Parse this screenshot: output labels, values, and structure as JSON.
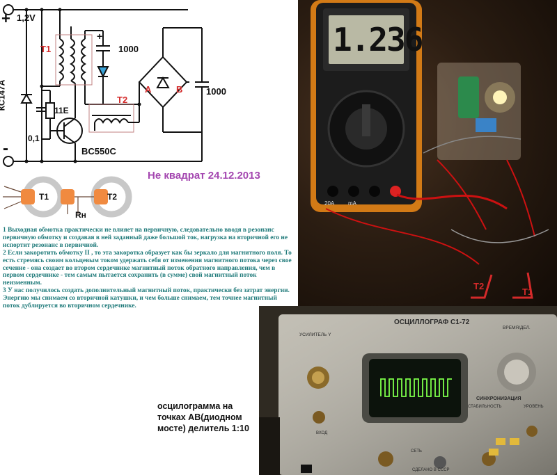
{
  "schematic": {
    "voltage": "1,2V",
    "plus_sign": "+",
    "minus_sign": "-",
    "zener": "КС147А",
    "capacitor_small": "0,1",
    "capacitor_mid": "11E",
    "transistor": "BC550C",
    "t1": "T1",
    "t2": "T2",
    "cap1": "1000",
    "cap2": "1000",
    "node_a": "A",
    "node_b": "B",
    "cap_plus": "+"
  },
  "cores": {
    "t1": "T1",
    "t2": "T2",
    "load": "Rн"
  },
  "title": "Не квадрат  24.12.2013",
  "notes": [
    "1 Выходная обмотка практически не влияет на первичную, следовательно вводя в резонанс первичную обмотку и создавая в ней заданный даже большой ток, нагрузка на вторичной его не испортит резонанс в первичной.",
    "2 Если закоротить обмотку II , то эта закоротка образует как бы зеркало для магнитного поля. То есть стремясь своим кольцевым током удержать себя от изменения магнитного потока через свое сечение - она создает во втором сердечнике магнитный поток обратного направления, чем в первом сердечнике - тем самым пытается сохранить (в сумме)  свой магнитный поток неизменным.",
    "3 У нас получилось создать дополнительный магнитный поток, практически без затрат энергии. Энергию мы снимаем со вторичной катушки, и чем больше снимаем, тем точнее магнитный поток дублируется во вторичном сердечнике."
  ],
  "multimeter": {
    "reading": "1.236",
    "jack_20a": "20A",
    "jack_ma": "mA"
  },
  "board_labels": {
    "t2": "T2",
    "t1": "T1"
  },
  "oscilloscope": {
    "brand": "ОСЦИЛЛОГРАФ С1-72",
    "amp": "УСИЛИТЕЛЬ Y",
    "timebase": "ВРЕМЯ/ДЕЛ.",
    "sync": "СИНХРОНИЗАЦИЯ",
    "stability": "СТАБИЛЬНОСТЬ",
    "level": "УРОВЕНЬ",
    "input": "ВХОД",
    "network": "СЕТЬ",
    "made": "СДЕЛАНО В СССР"
  },
  "caption": "осцилограмма на точках АВ(диодном мосте) делитель 1:10",
  "colors": {
    "accent": "#d42a2a",
    "title": "#a447b0",
    "note": "#1f7a7a",
    "core": "#f08a40",
    "trace": "#7dff4a"
  }
}
